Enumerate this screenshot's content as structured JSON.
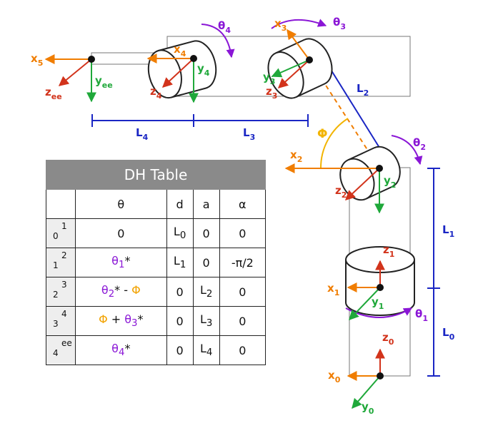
{
  "frames": {
    "x0": {
      "base": "x",
      "sub": "0"
    },
    "y0": {
      "base": "y",
      "sub": "0"
    },
    "z0": {
      "base": "z",
      "sub": "0"
    },
    "x1": {
      "base": "x",
      "sub": "1"
    },
    "y1": {
      "base": "y",
      "sub": "1"
    },
    "z1": {
      "base": "z",
      "sub": "1"
    },
    "x2": {
      "base": "x",
      "sub": "2"
    },
    "y2": {
      "base": "y",
      "sub": "2"
    },
    "z2": {
      "base": "z",
      "sub": "2"
    },
    "x3": {
      "base": "x",
      "sub": "3"
    },
    "y3": {
      "base": "y",
      "sub": "3"
    },
    "z3": {
      "base": "z",
      "sub": "3"
    },
    "x4": {
      "base": "x",
      "sub": "4"
    },
    "y4": {
      "base": "y",
      "sub": "4"
    },
    "z4": {
      "base": "z",
      "sub": "4"
    },
    "x5": {
      "base": "x",
      "sub": "5"
    },
    "yee": {
      "base": "y",
      "sub": "ee"
    },
    "zee": {
      "base": "z",
      "sub": "ee"
    }
  },
  "joint_angles": {
    "theta1": {
      "base": "θ",
      "sub": "1"
    },
    "theta2": {
      "base": "θ",
      "sub": "2"
    },
    "theta3": {
      "base": "θ",
      "sub": "3"
    },
    "theta4": {
      "base": "θ",
      "sub": "4"
    }
  },
  "lengths": {
    "L0": {
      "base": "L",
      "sub": "0"
    },
    "L1": {
      "base": "L",
      "sub": "1"
    },
    "L2": {
      "base": "L",
      "sub": "2"
    },
    "L3": {
      "base": "L",
      "sub": "3"
    },
    "L4": {
      "base": "L",
      "sub": "4"
    }
  },
  "phi": "Φ",
  "colors": {
    "x_axis": "#f07d00",
    "y_axis": "#1fa83a",
    "z_axis": "#d2331b",
    "length": "#1a26c4",
    "angle": "#8a16d6",
    "phi": "#f2b400",
    "line": "#222222",
    "guide": "#777777"
  },
  "dh_table": {
    "title": "DH Table",
    "headers": [
      "θ",
      "d",
      "a",
      "α"
    ],
    "rows": [
      {
        "tf_sup": "1",
        "tf_sub": "0",
        "theta": "0",
        "d": "L",
        "d_sub": "0",
        "a": "0",
        "alpha": "0"
      },
      {
        "tf_sup": "2",
        "tf_sub": "1",
        "theta_base": "θ",
        "theta_sub": "1",
        "theta_star": "*",
        "d": "L",
        "d_sub": "1",
        "a": "0",
        "alpha": "-π/2"
      },
      {
        "tf_sup": "3",
        "tf_sub": "2",
        "theta_base": "θ",
        "theta_sub": "2",
        "theta_star": "*",
        "theta_minus": " - ",
        "theta_phi": "Φ",
        "d": "0",
        "a": "L",
        "a_sub": "2",
        "alpha": "0"
      },
      {
        "tf_sup": "4",
        "tf_sub": "3",
        "theta_phi": "Φ",
        "theta_plus": " + ",
        "theta_base": "θ",
        "theta_sub": "3",
        "theta_star": "*",
        "d": "0",
        "a": "L",
        "a_sub": "3",
        "alpha": "0"
      },
      {
        "tf_sup": "ee",
        "tf_sub": "4",
        "theta_base": "θ",
        "theta_sub": "4",
        "theta_star": "*",
        "d": "0",
        "a": "L",
        "a_sub": "4",
        "alpha": "0"
      }
    ]
  }
}
